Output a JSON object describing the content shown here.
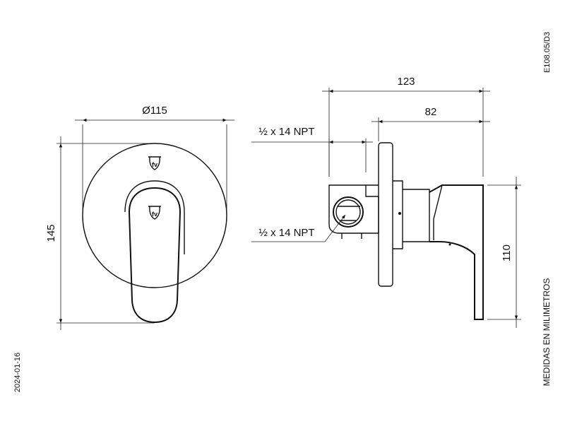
{
  "drawing_code": "E108.05/D3",
  "date": "2024-01-16",
  "units_note": "MEDIDAS EN MILIMETROS",
  "dimensions": {
    "front_diameter": "Ø115",
    "front_height": "145",
    "side_total_depth": "123",
    "side_handle_depth": "82",
    "side_handle_height": "110",
    "thread_top": "½ x 14 NPT",
    "thread_side": "½ x 14 NPT"
  },
  "logo_text": "fv"
}
